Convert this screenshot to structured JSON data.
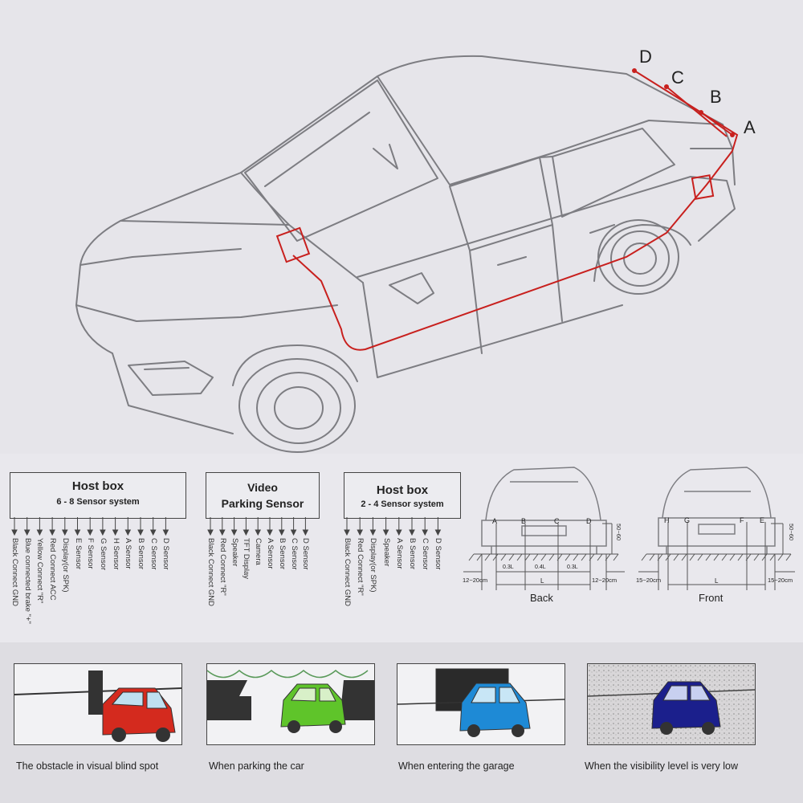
{
  "car_diagram": {
    "sensor_labels": [
      "D",
      "C",
      "B",
      "A"
    ],
    "wire_color": "#c8201e",
    "outline_color": "#7a7a7a"
  },
  "host_box_8": {
    "title": "Host box",
    "subtitle": "6 - 8 Sensor system",
    "pins": [
      "Black Connect GND",
      "Blue connected brake \"+\"",
      "Yellow Connect \"R\"",
      "Red Connect ACC",
      "Display(or SPK)",
      "E Sensor",
      "F Sensor",
      "G Sensor",
      "H Sensor",
      "A Sensor",
      "B Sensor",
      "C Sensor",
      "D Sensor"
    ]
  },
  "video_box": {
    "title_line1": "Video",
    "title_line2": "Parking Sensor",
    "pins": [
      "Black Connect GND",
      "Red Connect \"R\"",
      "Speaker",
      "TFT Display",
      "Camera",
      "A Sensor",
      "B Sensor",
      "C Sensor",
      "D Sensor"
    ]
  },
  "host_box_4": {
    "title": "Host box",
    "subtitle": "2 - 4 Sensor system",
    "pins": [
      "Black Connect GND",
      "Red Connect \"R\"",
      "Display(or SPK)",
      "Speaker",
      "A Sensor",
      "B Sensor",
      "C Sensor",
      "D Sensor"
    ]
  },
  "back_view": {
    "caption": "Back",
    "sensor_labels": [
      "A",
      "B",
      "C",
      "D"
    ],
    "spacings": [
      "0.3L",
      "0.4L",
      "0.3L"
    ],
    "total": "L",
    "side_left": "12~20cm",
    "side_right": "12~20cm",
    "height": "50~60"
  },
  "front_view": {
    "caption": "Front",
    "sensor_labels": [
      "H",
      "G",
      "F",
      "E"
    ],
    "total": "L",
    "side_left": "15~20cm",
    "side_right": "15~20cm",
    "height": "50~60"
  },
  "scenarios": [
    {
      "caption": "The obstacle in visual blind spot",
      "car_color": "#d42a1e"
    },
    {
      "caption": "When parking the car",
      "car_color": "#5fc42a"
    },
    {
      "caption": "When entering the garage",
      "car_color": "#1e8ad6"
    },
    {
      "caption": "When the visibility level is very low",
      "car_color": "#1b1f8c"
    }
  ]
}
